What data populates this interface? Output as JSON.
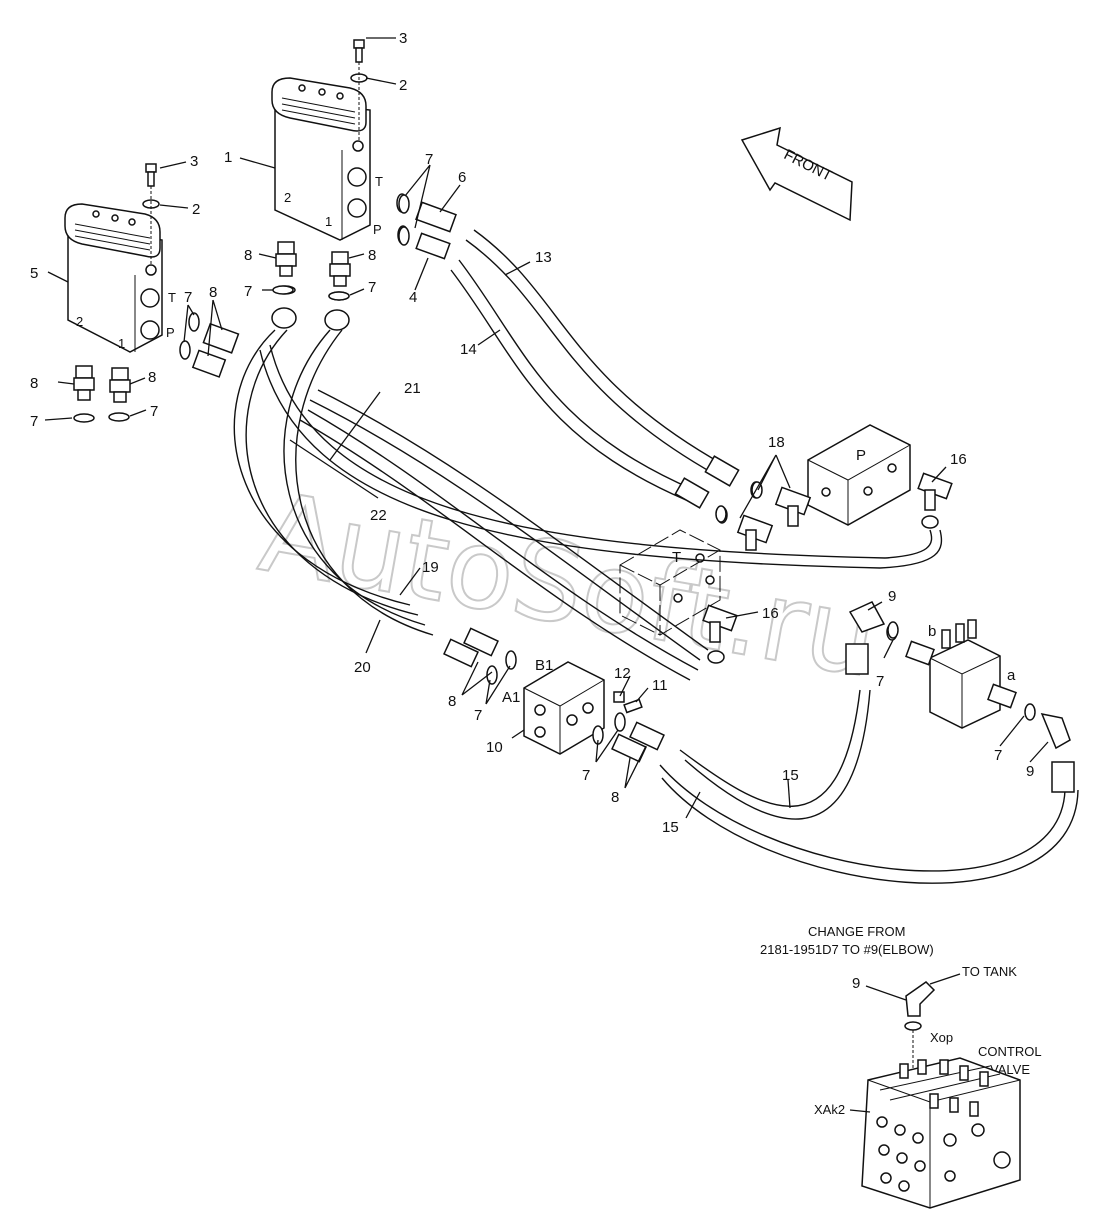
{
  "watermark": "AutoSoft.ru",
  "direction_arrow": {
    "label": "FRONT"
  },
  "callouts": {
    "c1": "1",
    "c2a": "2",
    "c2b": "2",
    "c3a": "3",
    "c3b": "3",
    "c4": "4",
    "c5": "5",
    "c6": "6",
    "c7a": "7",
    "c7b": "7",
    "c7c": "7",
    "c7d": "7",
    "c7e": "7",
    "c7f": "7",
    "c7g": "7",
    "c7h": "7",
    "c7i": "7",
    "c7j": "7",
    "c8a": "8",
    "c8b": "8",
    "c8c": "8",
    "c8d": "8",
    "c8e": "8",
    "c8f": "8",
    "c8g": "8",
    "c9a": "9",
    "c9b": "9",
    "c9c": "9",
    "c10": "10",
    "c11": "11",
    "c12": "12",
    "c13": "13",
    "c14": "14",
    "c15a": "15",
    "c15b": "15",
    "c16a": "16",
    "c16b": "16",
    "c18": "18",
    "c19": "19",
    "c20": "20",
    "c21": "21",
    "c22": "22"
  },
  "port_labels": {
    "pedal1_port_T": "T",
    "pedal1_port_P": "P",
    "pedal1_port_2": "2",
    "pedal1_port_1": "1",
    "pedal5_port_T": "T",
    "pedal5_port_P": "P",
    "pedal5_port_2": "2",
    "pedal5_port_1": "1",
    "block_P": "P",
    "block_T": "T",
    "block10_A1": "A1",
    "block10_B1": "B1",
    "valve_a": "a",
    "valve_b": "b"
  },
  "inset": {
    "note_line1": "CHANGE FROM",
    "note_line2": "2181-1951D7 TO #9(ELBOW)",
    "to_tank": "TO TANK",
    "xop": "Xop",
    "control_valve_line1": "CONTROL",
    "control_valve_line2": "VALVE",
    "xak2": "XAk2",
    "callout_9": "9"
  }
}
